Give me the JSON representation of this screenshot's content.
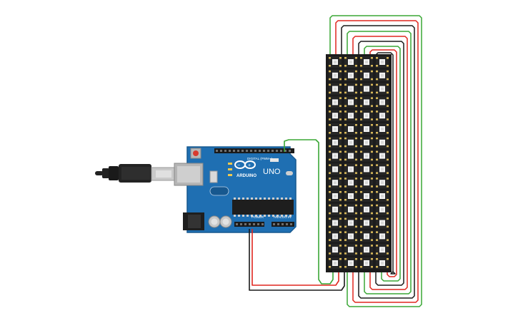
{
  "board": {
    "brand_label": "ARDUINO",
    "model_label": "UNO",
    "digital_header_label": "DIGITAL (PWM~)",
    "power_header_label": "POWER",
    "analog_header_label": "ANALOG IN"
  },
  "led_matrix": {
    "columns": 4,
    "rows": 16
  },
  "colors": {
    "board_blue": "#1f6fb2",
    "board_dark": "#17588f",
    "wire_red": "#e0271f",
    "wire_black": "#1a1a1a",
    "wire_green": "#3aa735",
    "matrix_black": "#1c1c1c",
    "led_white": "#f2f2f2",
    "pad_gold": "#d8b85a"
  },
  "icons": {
    "usb_cable": "usb-cable-icon",
    "reset_button": "reset-button-icon"
  }
}
